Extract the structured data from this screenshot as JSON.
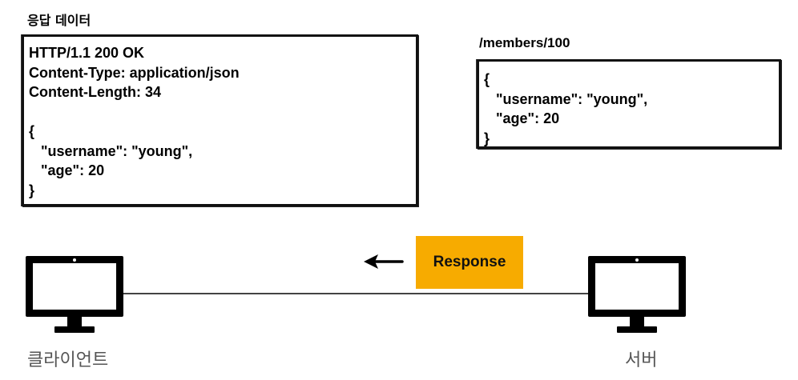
{
  "title": "응답 데이터",
  "http_message": {
    "lines": [
      "HTTP/1.1 200 OK",
      "Content-Type: application/json",
      "Content-Length: 34",
      "",
      "{",
      "   \"username\": \"young\",",
      "   \"age\": 20",
      "}"
    ]
  },
  "resource": {
    "path": "/members/100",
    "lines": [
      "{",
      "   \"username\": \"young\",",
      "   \"age\": 20",
      "}"
    ]
  },
  "diagram": {
    "response_label": "Response",
    "client_label": "클라이언트",
    "server_label": "서버",
    "badge_color": "#f7ab00"
  }
}
